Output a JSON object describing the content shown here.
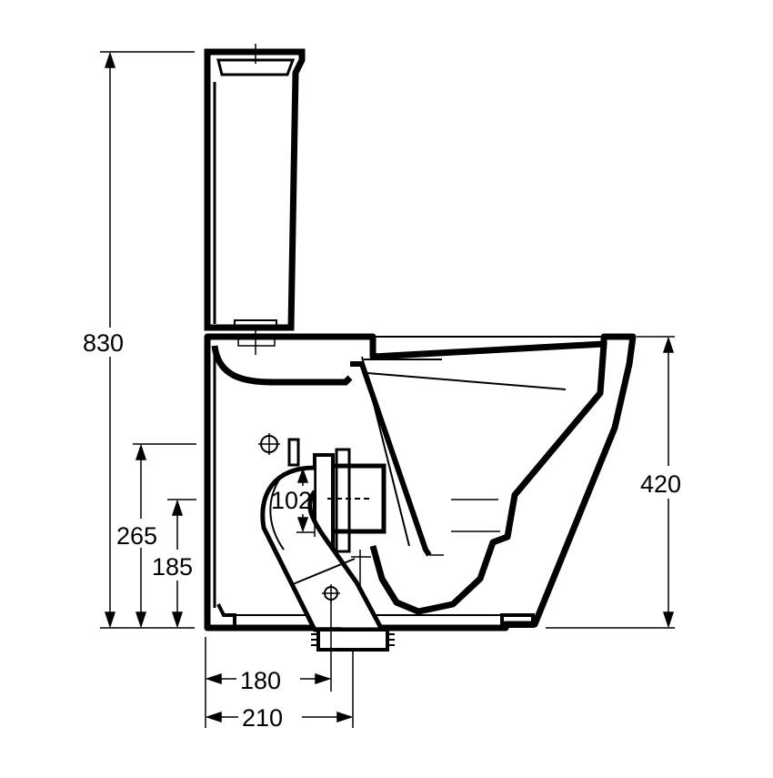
{
  "dimensions": {
    "total_height": "830",
    "bowl_height": "420",
    "outlet_center_height_upper": "265",
    "outlet_center_height_lower": "185",
    "outlet_diameter": "102",
    "outlet_offset_center": "180",
    "outlet_offset_outer": "210"
  },
  "colors": {
    "line": "#000000",
    "background": "#ffffff"
  }
}
